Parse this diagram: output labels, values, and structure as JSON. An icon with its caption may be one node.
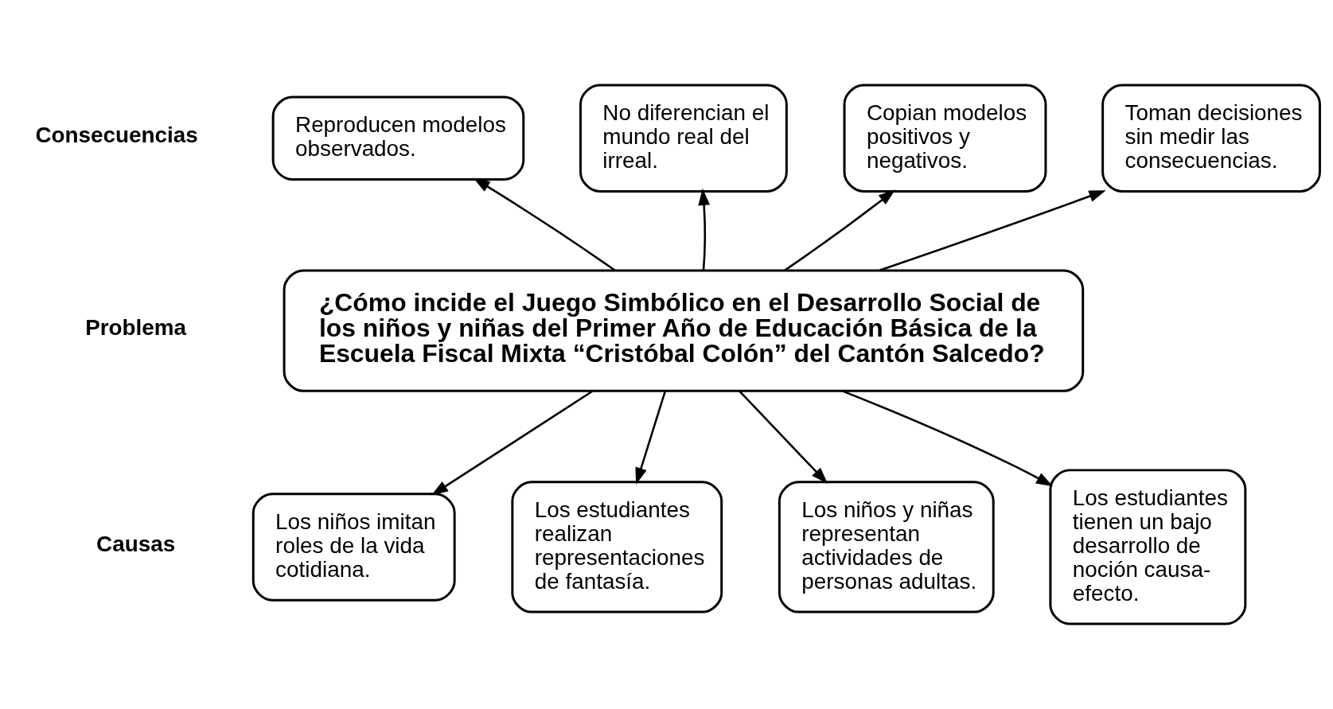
{
  "diagram": {
    "nodes": [
      {
        "text": [
          "Reproducen modelos observados."
        ]
      },
      {
        "text": [
          "No diferencian el mundo real del irreal."
        ]
      },
      {
        "text": [
          "Copian modelos positivos y negativos."
        ]
      },
      {
        "text": [
          "Toman decisiones sin medir las consecuencias."
        ]
      },
      {
        "text": [
          "¿Cómo incide el Juego Simbólico en el Desarrollo Social de los niños y niñas del Primer Año de Educación Básica de la Escuela Fiscal Mixta “Cristóbal Colón” del Cantón Salcedo?"
        ]
      },
      {
        "text": [
          "Los niños imitan roles de la vida cotidiana."
        ]
      },
      {
        "text": [
          "Los estudiantes realizan representaciones de fantasía."
        ]
      },
      {
        "text": [
          "Los niños y niñas representan actividades de personas adultas."
        ]
      },
      {
        "text": [
          "Los estudiantes tienen un bajo desarrollo de noción causa-efecto."
        ]
      }
    ],
    "edges": [
      {
        "from": 4,
        "to": 0,
        "arrow": "to"
      },
      {
        "from": 4,
        "to": 1,
        "arrow": "to"
      },
      {
        "from": 4,
        "to": 2,
        "arrow": "to"
      },
      {
        "from": 4,
        "to": 3,
        "arrow": "to"
      },
      {
        "from": 4,
        "to": 5,
        "arrow": "to"
      },
      {
        "from": 4,
        "to": 6,
        "arrow": "to"
      },
      {
        "from": 4,
        "to": 7,
        "arrow": "to"
      },
      {
        "from": 4,
        "to": 8,
        "arrow": "to"
      }
    ],
    "labels": [
      "Consecuencias",
      "Problema",
      "Causas"
    ]
  }
}
